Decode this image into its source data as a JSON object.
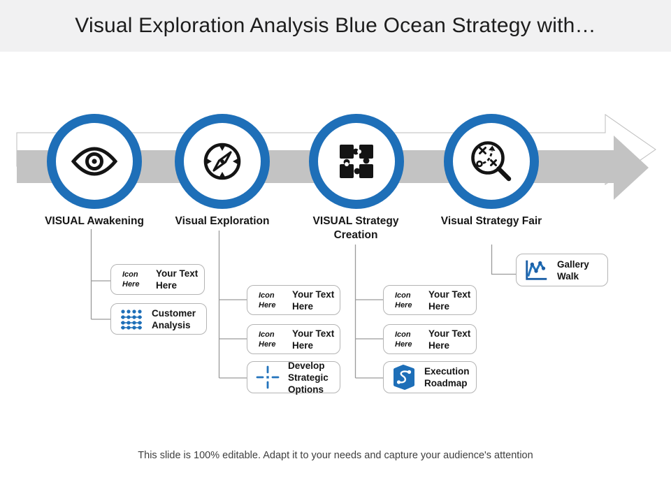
{
  "title": "Visual Exploration Analysis Blue Ocean Strategy with…",
  "footer": "This slide is 100% editable. Adapt it to your needs and capture your audience's attention",
  "colors": {
    "accent_blue": "#1E6FB8",
    "arrow_gray": "#C3C3C3",
    "header_bg": "#F1F1F2",
    "connector_gray": "#9A9A9A",
    "box_border": "#B4B4B4",
    "icon_black": "#141414"
  },
  "stages": [
    {
      "label": "VISUAL Awakening",
      "icon": "eye-icon"
    },
    {
      "label": "Visual Exploration",
      "icon": "compass-icon"
    },
    {
      "label": "VISUAL Strategy Creation",
      "icon": "puzzle-icon"
    },
    {
      "label": "Visual Strategy Fair",
      "icon": "strategy-search-icon"
    }
  ],
  "boxes": [
    {
      "stage": 0,
      "icon_label": "Icon Here",
      "text": "Your Text Here"
    },
    {
      "stage": 0,
      "icon": "customer-analysis-icon",
      "text": "Customer Analysis"
    },
    {
      "stage": 1,
      "icon_label": "Icon Here",
      "text": "Your Text Here"
    },
    {
      "stage": 1,
      "icon_label": "Icon Here",
      "text": "Your Text Here"
    },
    {
      "stage": 1,
      "icon": "crosshair-icon",
      "text": "Develop Strategic Options"
    },
    {
      "stage": 2,
      "icon_label": "Icon Here",
      "text": "Your Text Here"
    },
    {
      "stage": 2,
      "icon_label": "Icon Here",
      "text": "Your Text Here"
    },
    {
      "stage": 2,
      "icon": "roadmap-icon",
      "text": "Execution Roadmap"
    },
    {
      "stage": 3,
      "icon": "line-chart-icon",
      "text": "Gallery Walk"
    }
  ]
}
